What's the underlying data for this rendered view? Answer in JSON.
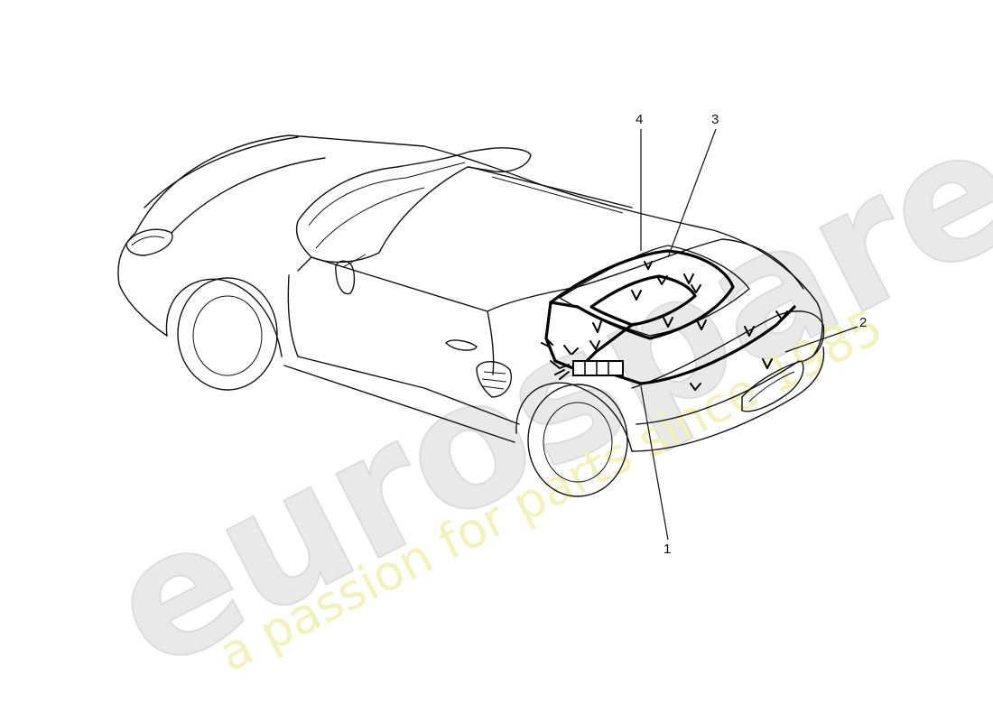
{
  "watermark": {
    "brand": "eurospares",
    "tagline": "a passion for parts since 1985"
  },
  "callouts": [
    {
      "id": "c1",
      "label": "1"
    },
    {
      "id": "c2",
      "label": "2"
    },
    {
      "id": "c3",
      "label": "3"
    },
    {
      "id": "c4",
      "label": "4"
    }
  ],
  "colors": {
    "line": "#111111",
    "watermark_grey": "#e9e9e9",
    "watermark_yellow": "#f3f1b4"
  }
}
